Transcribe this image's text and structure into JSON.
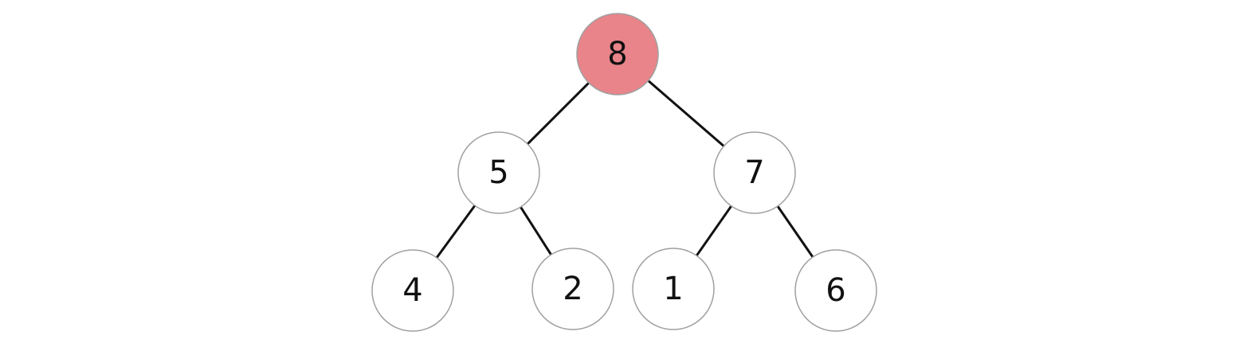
{
  "tree": {
    "highlight_color": "#e8848a",
    "node_fill": "#ffffff",
    "nodes": [
      {
        "id": "n8",
        "label": "8",
        "highlighted": true
      },
      {
        "id": "n5",
        "label": "5",
        "highlighted": false
      },
      {
        "id": "n7",
        "label": "7",
        "highlighted": false
      },
      {
        "id": "n4",
        "label": "4",
        "highlighted": false
      },
      {
        "id": "n2",
        "label": "2",
        "highlighted": false
      },
      {
        "id": "n1",
        "label": "1",
        "highlighted": false
      },
      {
        "id": "n6",
        "label": "6",
        "highlighted": false
      }
    ],
    "edges": [
      {
        "from": "n8",
        "to": "n5"
      },
      {
        "from": "n8",
        "to": "n7"
      },
      {
        "from": "n5",
        "to": "n4"
      },
      {
        "from": "n5",
        "to": "n2"
      },
      {
        "from": "n7",
        "to": "n1"
      },
      {
        "from": "n7",
        "to": "n6"
      }
    ]
  }
}
